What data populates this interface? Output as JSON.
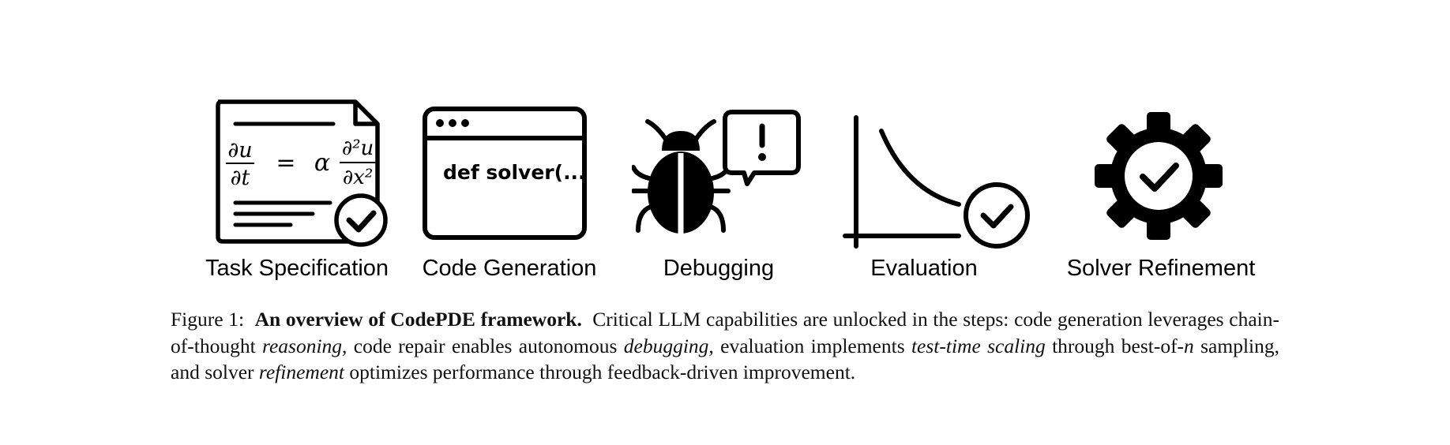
{
  "steps": [
    {
      "label": "Task Specification",
      "icon": "document-equation-check-icon",
      "equation": {
        "lhs_num": "∂u",
        "lhs_den": "∂t",
        "equals": "=",
        "coeff": "α",
        "rhs_num": "∂²u",
        "rhs_den": "∂x²"
      }
    },
    {
      "label": "Code Generation",
      "icon": "code-window-icon",
      "code_text": "def solver(..."
    },
    {
      "label": "Debugging",
      "icon": "bug-alert-icon"
    },
    {
      "label": "Evaluation",
      "icon": "decay-curve-check-icon"
    },
    {
      "label": "Solver Refinement",
      "icon": "gear-check-icon"
    }
  ],
  "caption": {
    "prefix": "Figure 1:",
    "title": "An overview of CodePDE framework.",
    "t1": "Critical LLM capabilities are unlocked in the steps: code generation leverages chain-of-thought",
    "e1": "reasoning",
    "t2": ", code repair enables autonomous",
    "e2": "debugging",
    "t3": ", evaluation implements",
    "e3": "test-time scaling",
    "t4": "through best-of-",
    "e4": "n",
    "t5": "sampling, and solver",
    "e5": "refinement",
    "t6": "optimizes performance through feedback-driven improvement."
  }
}
